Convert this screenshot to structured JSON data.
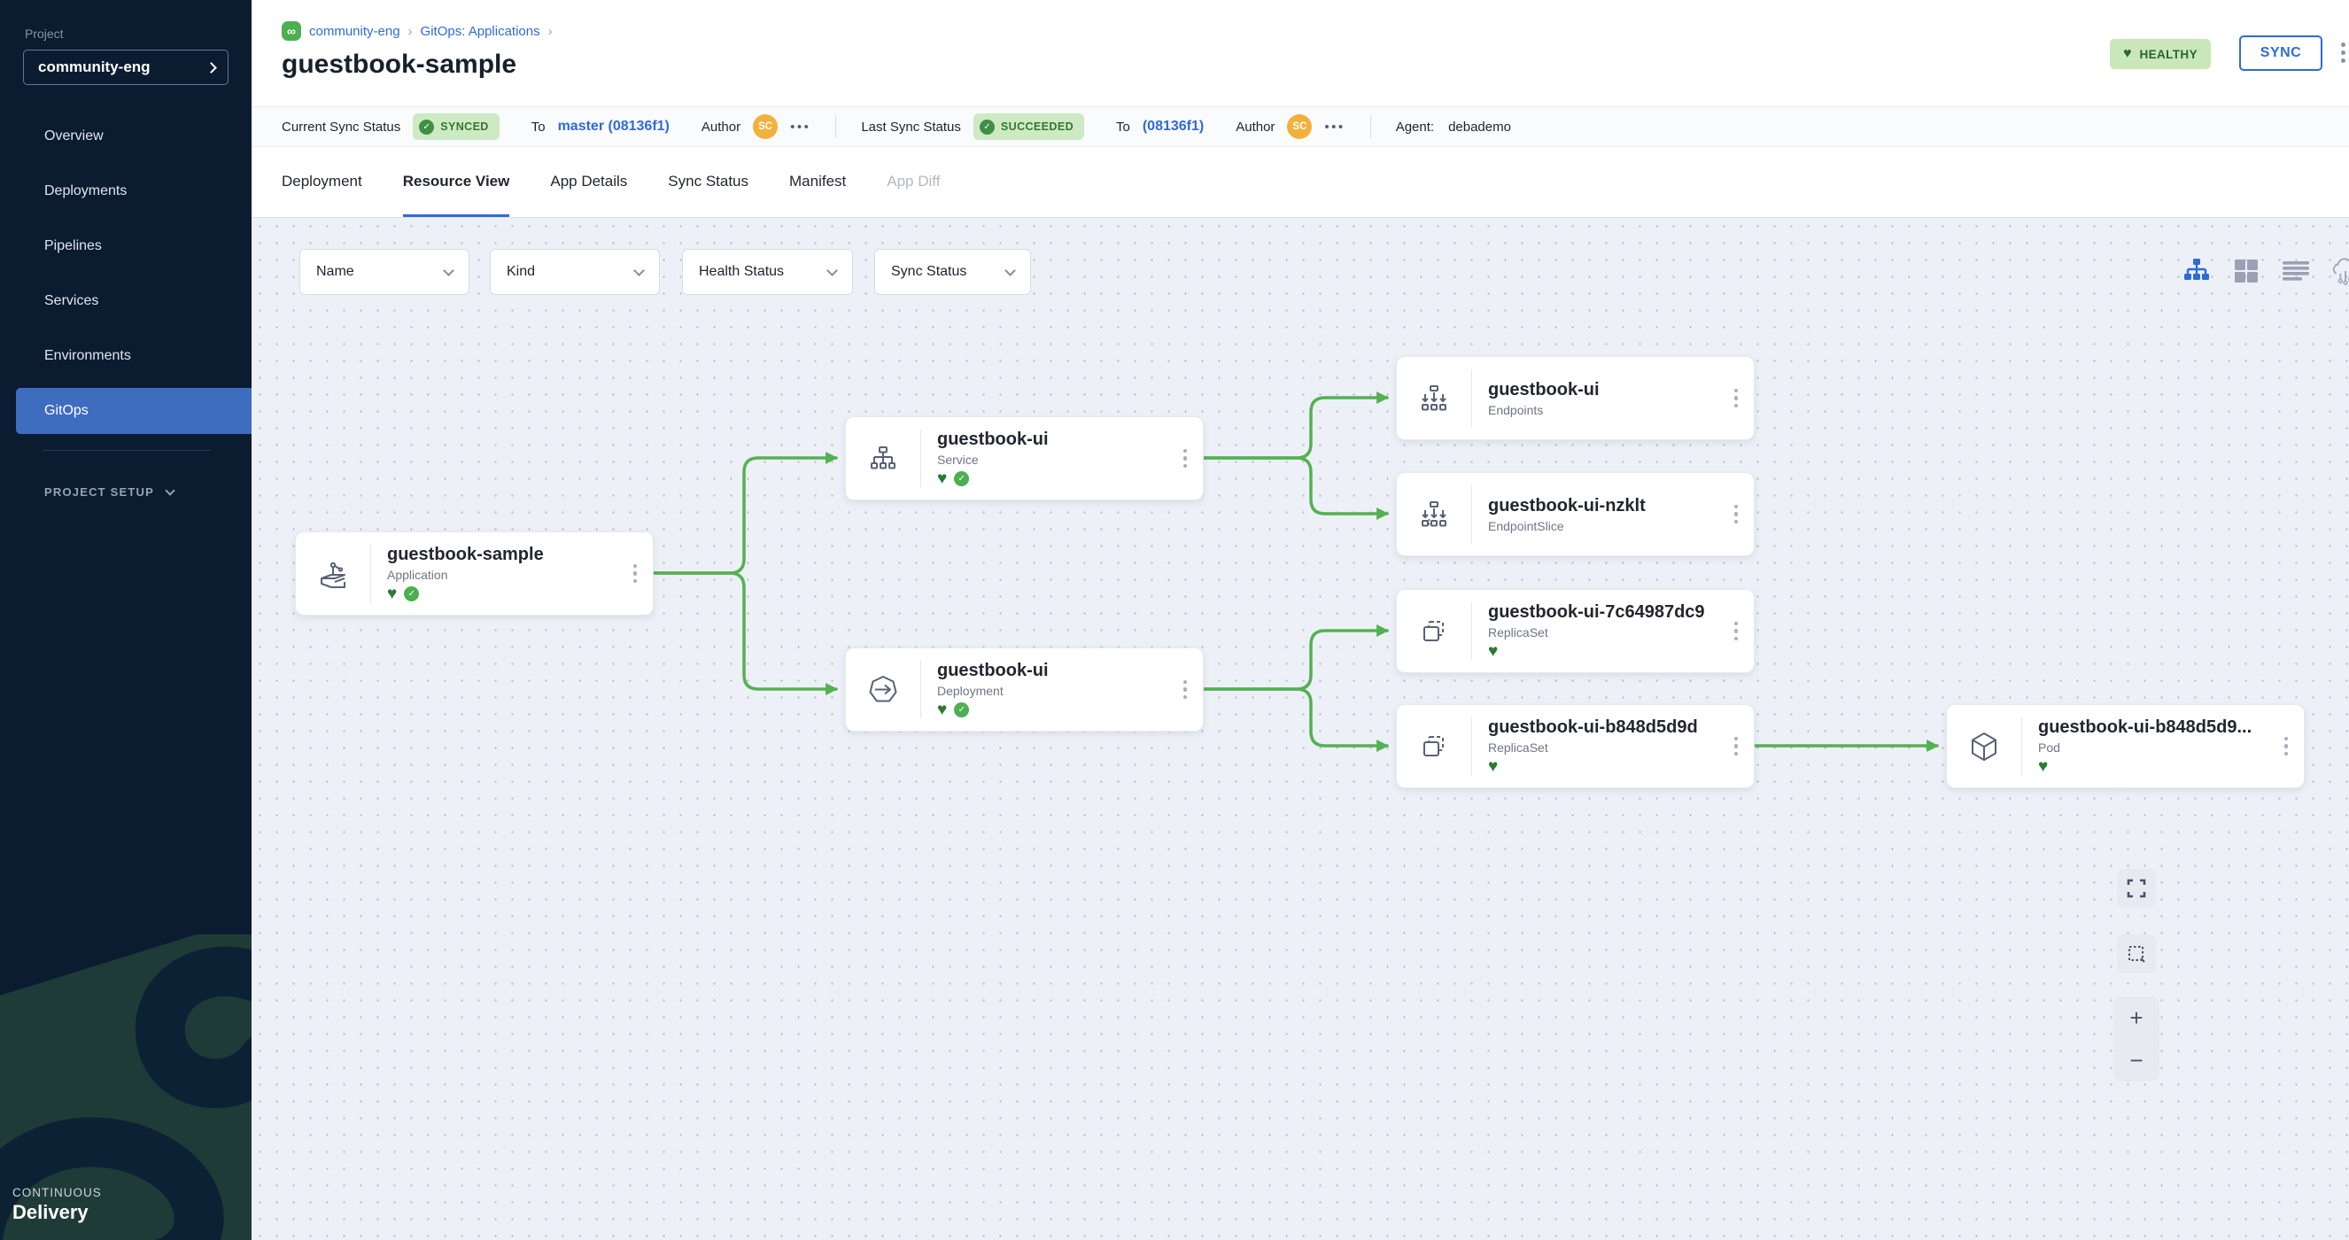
{
  "icons": {
    "infinity": "∞",
    "heart": "♥",
    "check": "✓",
    "plus": "+",
    "minus": "−",
    "kebab_dots": "•••",
    "breadcrumb_separator": "›"
  },
  "colors": {
    "accent_blue": "#2e6bd6",
    "connector_green": "#54b152",
    "healthy_badge_bg": "#c9e7b8",
    "healthy_badge_text": "#25672c",
    "synced_badge_bg": "#cdeac4",
    "sidebar_bg": "#0b1c31",
    "sidebar_active_item": "#3e6cbf",
    "canvas_bg": "#edf1f7",
    "avatar_bg": "#f2b13c"
  },
  "sidebar": {
    "project_label": "Project",
    "project_value": "community-eng",
    "nav_items": [
      {
        "label": "Overview"
      },
      {
        "label": "Deployments"
      },
      {
        "label": "Pipelines"
      },
      {
        "label": "Services"
      },
      {
        "label": "Environments"
      },
      {
        "label": "GitOps",
        "active": true
      }
    ],
    "project_setup_label": "PROJECT SETUP",
    "footer_line1": "CONTINUOUS",
    "footer_line2": "Delivery"
  },
  "header": {
    "breadcrumb_project": "community-eng",
    "breadcrumb_section": "GitOps: Applications",
    "title": "guestbook-sample",
    "health_badge_label": "HEALTHY",
    "sync_button_label": "SYNC"
  },
  "status_bar": {
    "current_label": "Current Sync Status",
    "current_badge": "SYNCED",
    "current_to_label": "To",
    "current_revision": "master (08136f1)",
    "current_author_label": "Author",
    "current_author_initials": "SC",
    "last_label": "Last Sync Status",
    "last_badge": "SUCCEEDED",
    "last_to_label": "To",
    "last_revision": "(08136f1)",
    "last_author_label": "Author",
    "last_author_initials": "SC",
    "agent_label": "Agent:",
    "agent_value": "debademo"
  },
  "tabs": [
    {
      "label": "Deployment"
    },
    {
      "label": "Resource View",
      "active": true
    },
    {
      "label": "App Details"
    },
    {
      "label": "Sync Status"
    },
    {
      "label": "Manifest"
    },
    {
      "label": "App Diff",
      "disabled": true
    }
  ],
  "filters": [
    {
      "label": "Name"
    },
    {
      "label": "Kind"
    },
    {
      "label": "Health Status"
    },
    {
      "label": "Sync Status"
    }
  ],
  "graph": {
    "nodes": [
      {
        "title": "guestbook-sample",
        "kind": "Application",
        "healthy": true,
        "synced": true
      },
      {
        "title": "guestbook-ui",
        "kind": "Service",
        "healthy": true,
        "synced": true
      },
      {
        "title": "guestbook-ui",
        "kind": "Endpoints"
      },
      {
        "title": "guestbook-ui-nzklt",
        "kind": "EndpointSlice"
      },
      {
        "title": "guestbook-ui",
        "kind": "Deployment",
        "healthy": true,
        "synced": true
      },
      {
        "title": "guestbook-ui-7c64987dc9",
        "kind": "ReplicaSet",
        "healthy": true
      },
      {
        "title": "guestbook-ui-b848d5d9d",
        "kind": "ReplicaSet",
        "healthy": true
      },
      {
        "title": "guestbook-ui-b848d5d9...",
        "kind": "Pod",
        "healthy": true
      }
    ],
    "edges": [
      [
        "Application guestbook-sample",
        "Service guestbook-ui"
      ],
      [
        "Application guestbook-sample",
        "Deployment guestbook-ui"
      ],
      [
        "Service guestbook-ui",
        "Endpoints guestbook-ui"
      ],
      [
        "Service guestbook-ui",
        "EndpointSlice guestbook-ui-nzklt"
      ],
      [
        "Deployment guestbook-ui",
        "ReplicaSet guestbook-ui-7c64987dc9"
      ],
      [
        "Deployment guestbook-ui",
        "ReplicaSet guestbook-ui-b848d5d9d"
      ],
      [
        "ReplicaSet guestbook-ui-b848d5d9d",
        "Pod guestbook-ui-b848d5d9..."
      ]
    ]
  }
}
